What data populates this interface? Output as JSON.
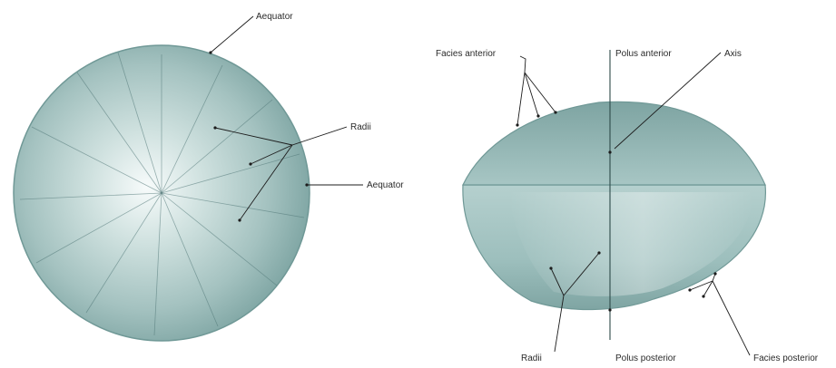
{
  "left_view": {
    "labels": {
      "aequator_top": "Aequator",
      "radii": "Radii",
      "aequator_side": "Aequator"
    },
    "colors": {
      "lens_edge": "#7fa6a4",
      "lens_mid": "#a9c6c4",
      "lens_center": "#f7fbfb"
    }
  },
  "right_view": {
    "labels": {
      "facies_anterior": "Facies anterior",
      "polus_anterior": "Polus anterior",
      "axis": "Axis",
      "radii": "Radii",
      "polus_posterior": "Polus posterior",
      "facies_posterior": "Facies posterior"
    },
    "colors": {
      "anterior_surface": "#8fb3b1",
      "posterior_surface": "#9dbfbd",
      "rim": "#6f9896"
    }
  }
}
